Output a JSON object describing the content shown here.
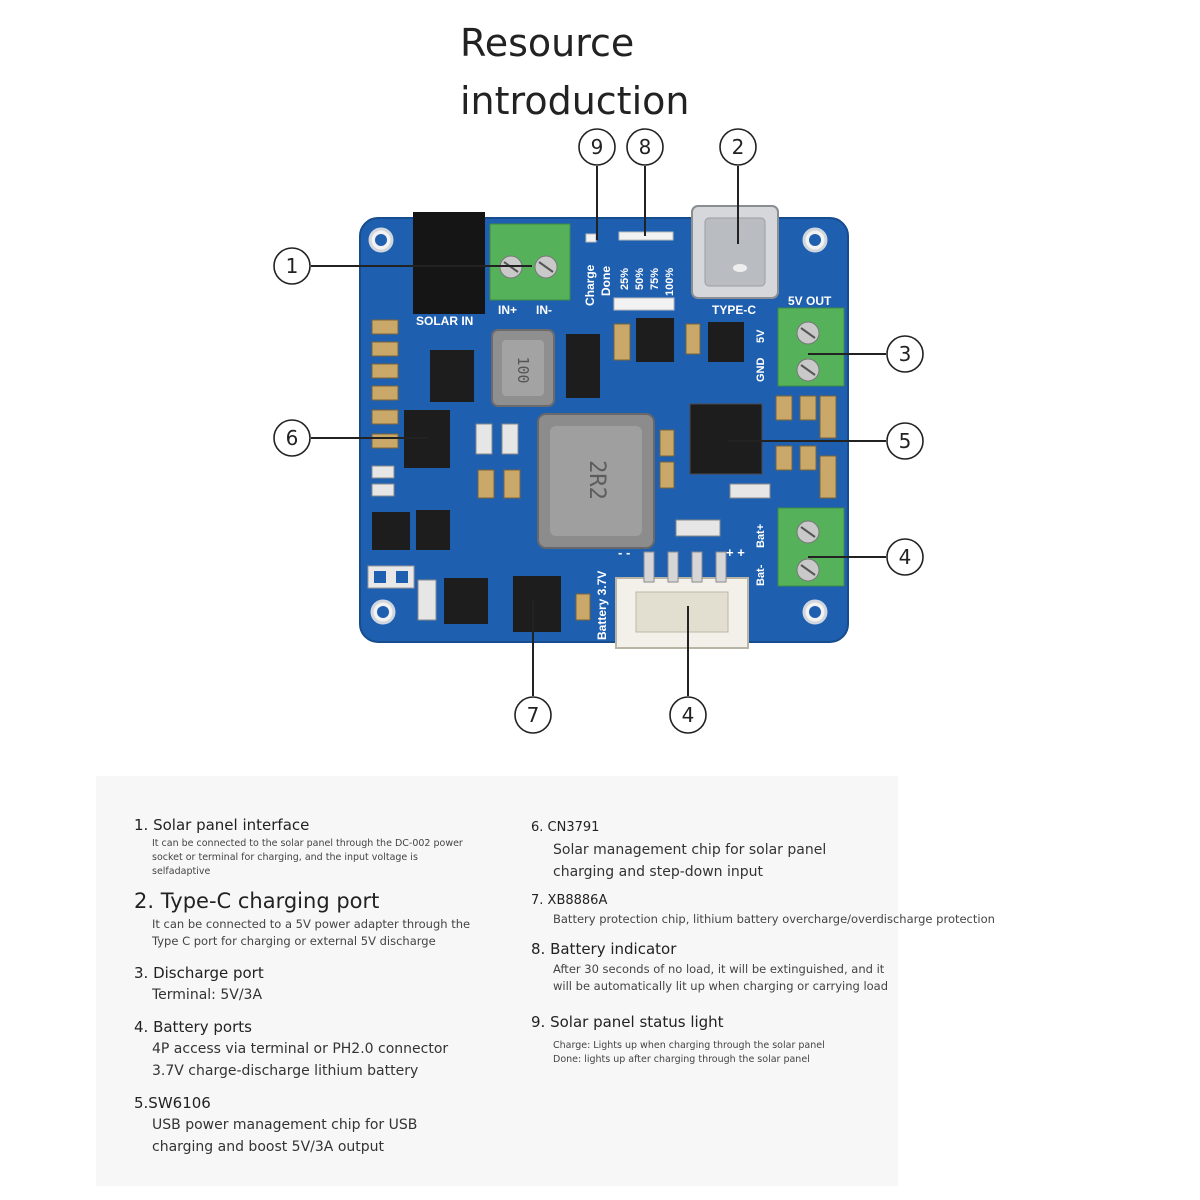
{
  "title": {
    "line1": "Resource",
    "line2": "introduction"
  },
  "board_labels": {
    "solar_in": "SOLAR IN",
    "in_plus": "IN+",
    "in_minus": "IN-",
    "charge": "Charge",
    "done": "Done",
    "p25": "25%",
    "p50": "50%",
    "p75": "75%",
    "p100": "100%",
    "type_c": "TYPE-C",
    "out_5v": "5V OUT",
    "v5": "5V",
    "gnd": "GND",
    "bat_minus": "Bat-",
    "bat_plus": "Bat+",
    "battery": "Battery 3.7V",
    "inductor_small": "100",
    "inductor_big": "2R2",
    "plus_plus": "+ +",
    "minus_minus": "- -"
  },
  "callouts": [
    "1",
    "2",
    "3",
    "4",
    "5",
    "6",
    "7",
    "8",
    "9",
    "4"
  ],
  "items": [
    {
      "head": "1. Solar panel interface",
      "desc": [
        "It can be connected to the solar panel through the DC-002 power",
        "socket or terminal for charging, and the input voltage is",
        "selfadaptive"
      ]
    },
    {
      "head": "2. Type-C charging port",
      "desc": [
        "It can be connected to a 5V power adapter through the",
        "Type C port for charging or external 5V discharge"
      ]
    },
    {
      "head": "3. Discharge port",
      "desc": [
        "Terminal: 5V/3A"
      ]
    },
    {
      "head": "4. Battery ports",
      "desc": [
        "4P access via terminal or PH2.0 connector",
        "3.7V charge-discharge lithium battery"
      ]
    },
    {
      "head": "5.SW6106",
      "desc": [
        "USB power management chip for USB",
        "charging and boost 5V/3A output"
      ]
    },
    {
      "head": "6. CN3791",
      "desc": [
        "Solar management chip for solar panel",
        "charging and step-down input"
      ]
    },
    {
      "head": "7. XB8886A",
      "desc": [
        "Battery protection chip, lithium battery overcharge/overdischarge protection"
      ]
    },
    {
      "head": "8. Battery indicator",
      "desc": [
        "After 30 seconds of no load, it will be extinguished, and it",
        "will be automatically lit up when charging or carrying load"
      ]
    },
    {
      "head": "9. Solar panel status light",
      "desc": [
        "Charge: Lights up when charging through the solar panel",
        "Done: lights up after charging through the solar panel"
      ]
    }
  ]
}
